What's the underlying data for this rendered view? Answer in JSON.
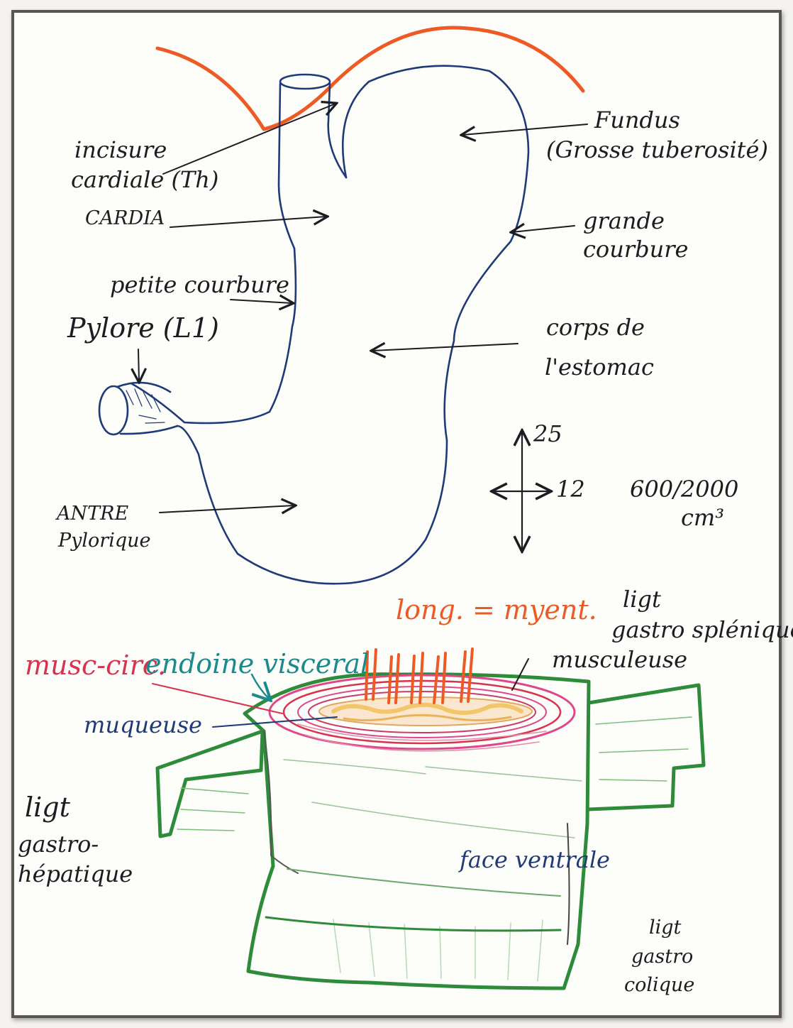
{
  "colors": {
    "ink_black": "#1c1c22",
    "ink_blue": "#1f3a78",
    "ink_orange": "#ee5a24",
    "ink_red": "#d8324f",
    "ink_pink": "#e0468a",
    "ink_teal": "#1a8a8c",
    "ink_green": "#2e8b3a",
    "ink_yellow": "#f2c76a"
  },
  "labels": {
    "incisure": "incisure",
    "cardiale": "cardiale (Th)",
    "cardia": "CARDIA",
    "petite_courbure": "petite courbure",
    "pylore": "Pylore (L1)",
    "antre": "ANTRE",
    "pylorique": "Pylorique",
    "fundus": "Fundus",
    "grosse_tuberosite": "(Grosse tuberosité)",
    "grande": "grande",
    "courbure": "courbure",
    "corps": "corps de",
    "estomac": "l'estomac",
    "axis_top": "25",
    "axis_right": "12",
    "volume": "600/2000",
    "volume_unit": "cm³",
    "long_plexus": "long. = myent.",
    "ligt_splenique_1": "ligt",
    "ligt_splenique_2": "gastro splénique",
    "musc_circ": "musc-circ.",
    "endoine": "endoine visceral",
    "musculeuse": "musculeuse",
    "muqueuse": "muqueuse",
    "ligt_hepatique_1": "ligt",
    "ligt_hepatique_2": "gastro-",
    "ligt_hepatique_3": "hépatique",
    "face_ventrale": "face ventrale",
    "ligt_colique_1": "ligt",
    "ligt_colique_2": "gastro",
    "ligt_colique_3": "colique"
  }
}
